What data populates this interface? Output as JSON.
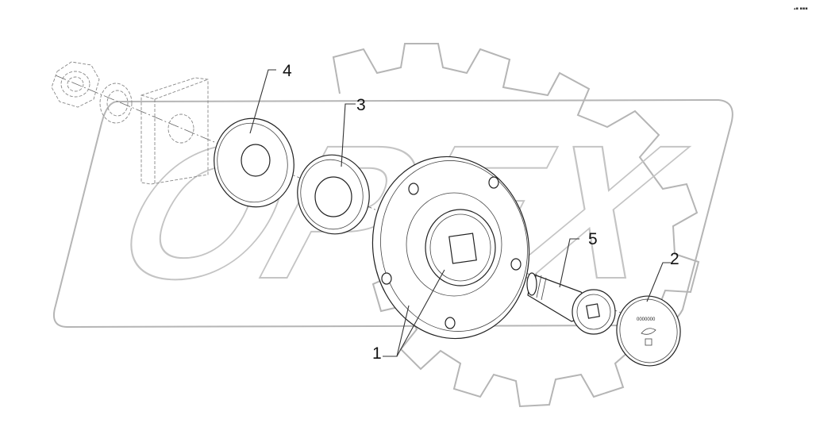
{
  "watermark": {
    "text": "OPEX"
  },
  "corner_mark": "▴▪ ▪▪▪",
  "callouts": [
    {
      "id": "1",
      "label": "1"
    },
    {
      "id": "2",
      "label": "2"
    },
    {
      "id": "3",
      "label": "3"
    },
    {
      "id": "4",
      "label": "4"
    },
    {
      "id": "5",
      "label": "5"
    }
  ],
  "part_marking": "0000000"
}
